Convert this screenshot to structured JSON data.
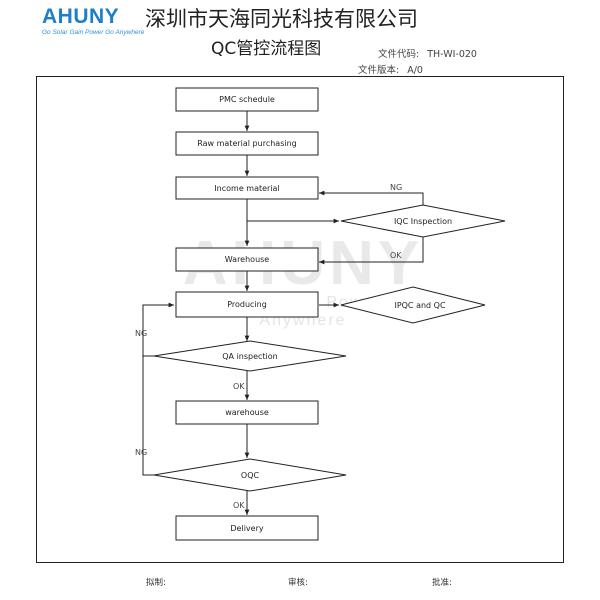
{
  "header": {
    "logo_text": "AHUNY",
    "logo_slogan": "Go Solar Gain Power Go Anywhere",
    "company_name": "深圳市天海同光科技有限公司",
    "doc_title": "QC管控流程图",
    "doc_code_label": "文件代码:",
    "doc_code_value": "TH-WI-020",
    "doc_version_label": "文件版本:",
    "doc_version_value": "A/0"
  },
  "watermark": {
    "brand": "AHUNY",
    "slogan": "Go Solar Gain Power Go Anywhere"
  },
  "flow": {
    "steps": {
      "pmc_schedule": "PMC schedule",
      "raw_purchasing": "Raw material purchasing",
      "income_material": "Income material",
      "iqc_inspection": "IQC Inspection",
      "warehouse_1": "Warehouse",
      "producing": "Producing",
      "ipqc_qc": "IPQC and QC",
      "qa_inspection": "QA inspection",
      "warehouse_2": "warehouse",
      "oqc": "OQC",
      "delivery": "Delivery"
    },
    "edge_labels": {
      "iqc_ng": "NG",
      "iqc_ok": "OK",
      "qa_ng": "NG",
      "qa_ok": "OK",
      "oqc_ng": "NG",
      "oqc_ok": "OK"
    }
  },
  "footer": {
    "drafted_label": "拟制:",
    "reviewed_label": "审核:",
    "approved_label": "批准:"
  },
  "colors": {
    "logo_blue": "#1e7fc8",
    "line": "#222222",
    "watermark_gray": "#787878"
  }
}
